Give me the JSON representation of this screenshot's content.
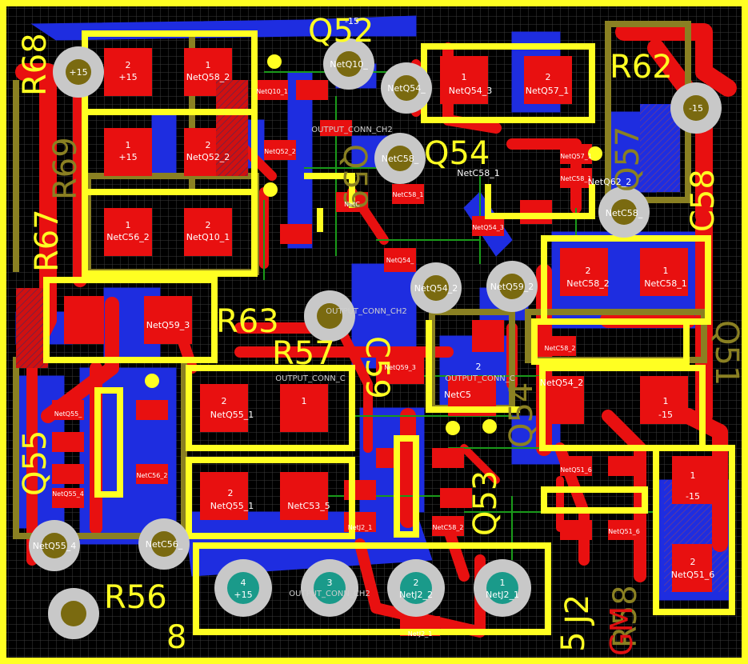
{
  "designators": {
    "q52": "Q52",
    "q54": "Q54",
    "q54b": "Q54",
    "r62": "R62",
    "r63": "R63",
    "r57": "R57",
    "r56": "R56",
    "r58": "R58",
    "r68": "R68",
    "r69": "R69",
    "r67": "R67",
    "q55": "Q55",
    "q57": "Q57",
    "c58": "C58",
    "c59": "C59",
    "q53": "Q53",
    "q59": "Q59",
    "q51": "Q51",
    "j2": "J2",
    "gm": "GM",
    "num8": "8",
    "num5": "5"
  },
  "nets": {
    "neg15": "-15",
    "pos15": "+15",
    "netq58_2": "NetQ58_2",
    "netq52_2": "NetQ52_2",
    "netq10_1": "NetQ10_1",
    "netc56_2": "NetC56_2",
    "netq59_3": "NetQ59_3",
    "netq54_3": "NetQ54_3",
    "netq57_1": "NetQ57_1",
    "netq62_2": "NetQ62_2",
    "netc58_1": "NetC58_1",
    "netc58_2": "NetC58_2",
    "netq55_1": "NetQ55_1",
    "netq55_4": "NetQ55_4",
    "netc53_5": "NetC53_5",
    "netq54_2": "NetQ54_2",
    "netq59_2": "NetQ59_2",
    "netq51_6": "NetQ51_6",
    "netj2_2": "NetJ2_2",
    "netj2_1": "NetJ2_1",
    "output_conn": "OUTPUT_CONN_CH2",
    "output_conn_short": "OUTPUT_CONN_C",
    "netc56_": "NetC56_",
    "netc58_": "NetC58_",
    "netc58s": "NetC58_",
    "netq10_s": "NetQ10_",
    "netq54_s": "NetQ54_",
    "netc58_1s": "NetC58_1",
    "netc5": "NetC5",
    "netc": "NetC",
    "netq55_": "NetQ55_",
    "netq55_1b": "NetQ55_1",
    "netc56_2b": "NetC56_2",
    "netq54_2b": "NetQ54_2",
    "netq54_3s": "NetQ54_3"
  },
  "pins": {
    "p1": "1",
    "p2": "2",
    "p3": "3",
    "p4": "4"
  },
  "colors": {
    "top_copper": "#e81010",
    "bottom_copper": "#1e2de0",
    "silkscreen": "#ffff22",
    "dim_silkscreen": "#8a8022",
    "pad_gray": "#c8c8c8",
    "drill_olive": "#7a6a10",
    "grid": "#3a3a3a",
    "green_edge": "#1a9a1a"
  }
}
